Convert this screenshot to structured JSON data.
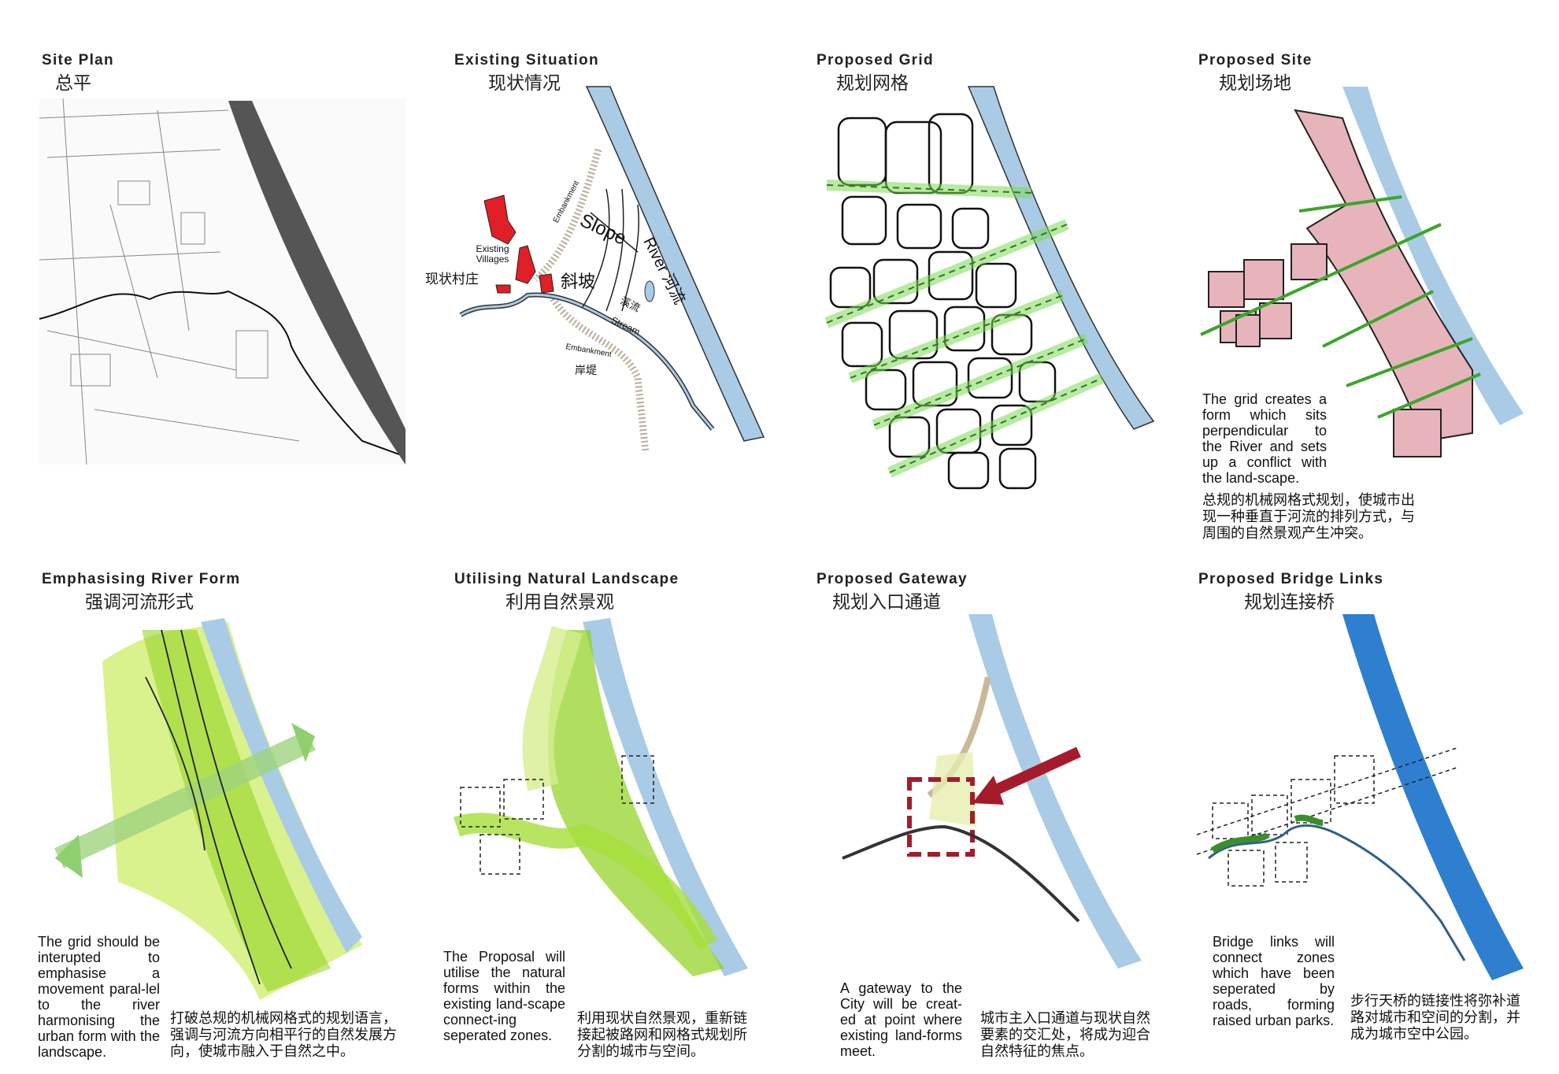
{
  "panels": [
    {
      "title_en": "Site Plan",
      "title_cn": "总平"
    },
    {
      "title_en": "Existing Situation",
      "title_cn": "现状情况",
      "labels": {
        "villages_en": "Existing Villages",
        "villages_cn": "现状村庄",
        "embankment_top": "Embankment",
        "slope_en": "Slope",
        "slope_cn": "斜坡",
        "river": "River 河流",
        "stream_en": "Stream",
        "stream_cn": "溪流",
        "embankment_bottom": "Embankment",
        "embankment_cn": "岸堤"
      }
    },
    {
      "title_en": "Proposed Grid",
      "title_cn": "规划网格"
    },
    {
      "title_en": "Proposed Site",
      "title_cn": "规划场地",
      "desc_en": "The grid creates a form which sits perpendicular to the River and sets up a conflict with the land-scape.",
      "desc_cn": "总规的机械网格式规划，使城市出现一种垂直于河流的排列方式，与周围的自然景观产生冲突。"
    },
    {
      "title_en": "Emphasising River Form",
      "title_cn": "强调河流形式",
      "desc_en": "The grid should be interupted to emphasise a movement paral-lel to the river harmonising the urban form with the landscape.",
      "desc_cn": "打破总规的机械网格式的规划语言，强调与河流方向相平行的自然发展方向，使城市融入于自然之中。"
    },
    {
      "title_en": "Utilising Natural Landscape",
      "title_cn": "利用自然景观",
      "desc_en": "The Proposal will utilise the natural forms within the existing land-scape connect-ing seperated zones.",
      "desc_cn": "利用现状自然景观，重新链接起被路网和网格式规划所分割的城市与空间。"
    },
    {
      "title_en": "Proposed Gateway",
      "title_cn": "规划入口通道",
      "desc_en": "A gateway to the City will be creat-ed at point where existing land-forms meet.",
      "desc_cn": "城市主入口通道与现状自然要素的交汇处，将成为迎合自然特征的焦点。"
    },
    {
      "title_en": "Proposed Bridge Links",
      "title_cn": "规划连接桥",
      "desc_en": "Bridge links will connect zones which have been seperated by roads, forming raised urban parks.",
      "desc_cn": "步行天桥的链接性将弥补道路对城市和空间的分割，并成为城市空中公园。"
    }
  ],
  "colors": {
    "river": "#a9cbe6",
    "river_dark": "#2e7fd0",
    "village": "#e01f26",
    "site": "#e8b4bc",
    "green": "#5fc53a",
    "lime": "#b8e04a",
    "gateway": "#a51b2c"
  }
}
